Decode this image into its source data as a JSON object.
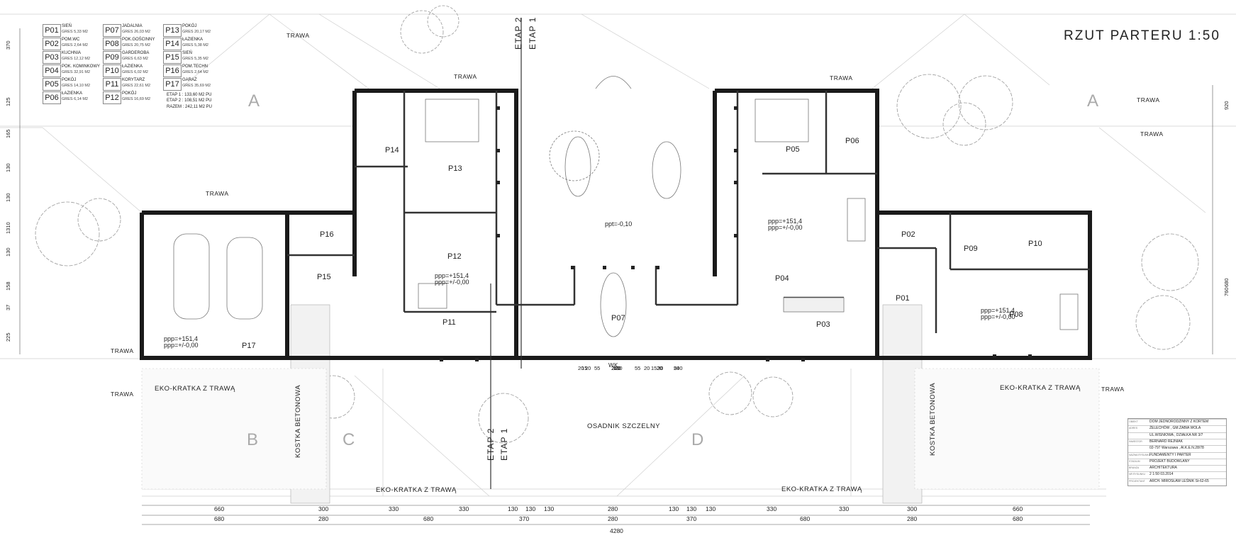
{
  "title": "RZUT PARTERU 1:50",
  "legend": [
    {
      "code": "P01",
      "name": "SIEŃ",
      "area": "GRES 5,33 M2"
    },
    {
      "code": "P02",
      "name": "POM.WC",
      "area": "GRES 2,64 M2"
    },
    {
      "code": "P03",
      "name": "KUCHNIA",
      "area": "GRES 12,12 M2"
    },
    {
      "code": "P04",
      "name": "POK. KOMINKOWY",
      "area": "GRES 32,91 M2"
    },
    {
      "code": "P05",
      "name": "POKÓJ",
      "area": "GRES 14,10 M2"
    },
    {
      "code": "P06",
      "name": "ŁAZIENKA",
      "area": "GRES 6,14 M2"
    },
    {
      "code": "P07",
      "name": "JADALNIA",
      "area": "GRES 26,03 M2"
    },
    {
      "code": "P08",
      "name": "POK.GOŚCINNY",
      "area": "GRES 20,75 M2"
    },
    {
      "code": "P09",
      "name": "GARDEROBA",
      "area": "GRES 6,63 M2"
    },
    {
      "code": "P10",
      "name": "ŁAZIENKA",
      "area": "GRES 6,02 M2"
    },
    {
      "code": "P11",
      "name": "KORYTARZ",
      "area": "GRES 22,61 M2"
    },
    {
      "code": "P12",
      "name": "POKÓJ",
      "area": "GRES 16,69 M2"
    },
    {
      "code": "P13",
      "name": "POKÓJ",
      "area": "GRES 20,17 M2"
    },
    {
      "code": "P14",
      "name": "ŁAZIENKA",
      "area": "GRES 5,38 M2"
    },
    {
      "code": "P15",
      "name": "SIEŃ",
      "area": "GRES 5,35 M2"
    },
    {
      "code": "P16",
      "name": "POM.TECHN",
      "area": "GRES 2,64 M2"
    },
    {
      "code": "P17",
      "name": "GARAŻ",
      "area": "GRES 35,69 M2"
    }
  ],
  "totals": [
    {
      "label": "ETAP 1 :",
      "value": "133,60 M2 PU"
    },
    {
      "label": "ETAP 2 :",
      "value": "108,51 M2 PU"
    },
    {
      "label": "RAZEM :",
      "value": "242,11 M2 PU"
    }
  ],
  "rooms": [
    {
      "code": "P01"
    },
    {
      "code": "P02"
    },
    {
      "code": "P03"
    },
    {
      "code": "P04"
    },
    {
      "code": "P05"
    },
    {
      "code": "P06"
    },
    {
      "code": "P07"
    },
    {
      "code": "P08"
    },
    {
      "code": "P09"
    },
    {
      "code": "P10"
    },
    {
      "code": "P11"
    },
    {
      "code": "P12"
    },
    {
      "code": "P13"
    },
    {
      "code": "P14"
    },
    {
      "code": "P15"
    },
    {
      "code": "P16"
    },
    {
      "code": "P17"
    }
  ],
  "labels": {
    "trawa": "TRAWA",
    "eko_kratka": "EKO-KRATKA Z TRAWĄ",
    "kostka": "KOSTKA BETONOWA",
    "osadnik": "OSADNIK SZCZELNY",
    "etap1": "ETAP 1",
    "etap2": "ETAP 2",
    "ppp1": "ppp=+151,4",
    "ppp2": "ppp=+/-0,00",
    "ppt": "ppt=-0,10",
    "wk": "WK",
    "section_a": "A",
    "section_b": "B",
    "section_c": "C",
    "section_d": "D"
  },
  "dims_bottom_row1": [
    "660",
    "300",
    "330",
    "330",
    "130",
    "130",
    "130",
    "280",
    "130",
    "130",
    "130",
    "330",
    "330",
    "300",
    "660"
  ],
  "dims_bottom_row2": [
    "680",
    "280",
    "680",
    "370",
    "280",
    "370",
    "680",
    "280",
    "680"
  ],
  "dim_total": "4280",
  "dims_left": [
    "370",
    "125",
    "165",
    "130",
    "130",
    "130",
    "158",
    "37",
    "225"
  ],
  "dim_left_total": "1310",
  "dims_right": [
    "920",
    "680",
    "760"
  ],
  "dims_misc": [
    "15",
    "320",
    "15",
    "50",
    "240",
    "20",
    "240",
    "20",
    "55",
    "130",
    "55",
    "20",
    "20",
    "30"
  ],
  "title_block": [
    {
      "label": "OBIEKT",
      "value": "DOM JEDNORODZINNY Z KORTEM"
    },
    {
      "label": "ADRES",
      "value": "ŻELECHÓW , GM.ŻABIA WOLA"
    },
    {
      "label": "",
      "value": "UL.WISNIOWA , DZIAŁKA NR 3/7"
    },
    {
      "label": "INWESTOR",
      "value": "BERNARD REJNIAK"
    },
    {
      "label": "",
      "value": "02-797 Warszawa , Al.K.E.N.28/78"
    },
    {
      "label": "NAZWA RYSUNKU",
      "value": "FUNDAMENTY I PARTER"
    },
    {
      "label": "STADIUM",
      "value": "PROJEKT BUDOWLANY"
    },
    {
      "label": "BRANŻA",
      "value": "ARCHITEKTURA"
    },
    {
      "label": "NR RYSUNKU",
      "value": "2        1:50        03.2014"
    },
    {
      "label": "PROJEKTANT",
      "value": "ARCH. MIROSŁAW LEŚNIK  St-62-65"
    }
  ]
}
